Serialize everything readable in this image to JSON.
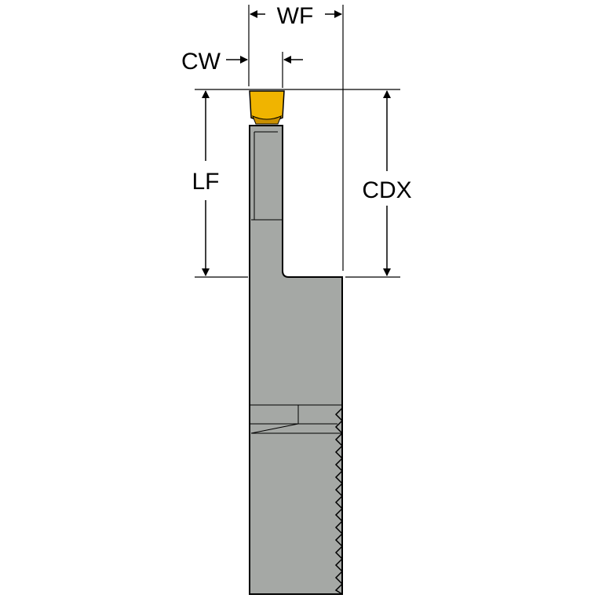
{
  "diagram": {
    "colors": {
      "background": "#ffffff",
      "body": "#a5a8a5",
      "outline": "#000000",
      "insert": "#f0b400",
      "insert_dark": "#c98f00",
      "line": "#000000"
    },
    "dimensions": {
      "wf": "WF",
      "cw": "CW",
      "lf": "LF",
      "cdx": "CDX"
    },
    "parts": {
      "insert": "cutting-insert",
      "body": "tool-body",
      "thread": "threaded-shank"
    }
  }
}
